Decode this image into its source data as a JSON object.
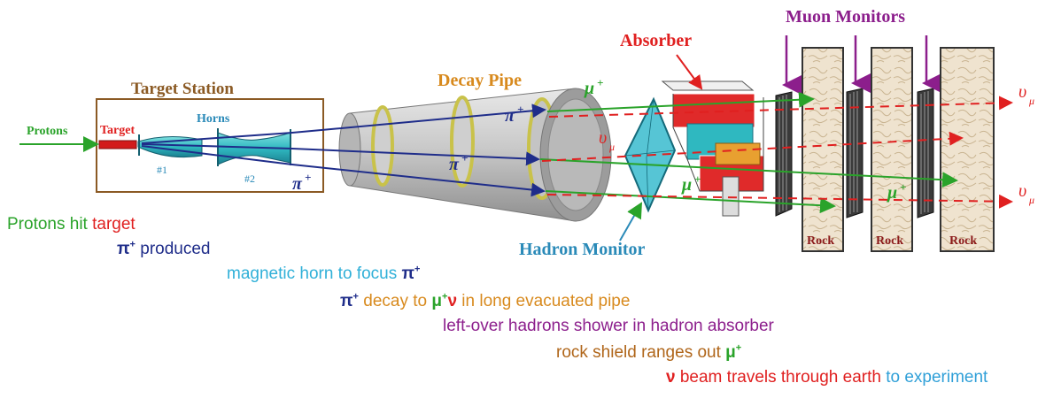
{
  "labels": {
    "target_station": "Target Station",
    "protons": "Protons",
    "target": "Target",
    "horns": "Horns",
    "horn1": "#1",
    "horn2": "#2",
    "decay_pipe": "Decay Pipe",
    "absorber": "Absorber",
    "muon_monitors": "Muon Monitors",
    "hadron_monitor": "Hadron  Monitor",
    "rock": "Rock",
    "pi": "π",
    "mu": "μ",
    "nu": "υ",
    "nu_sub": "μ",
    "plus": "+"
  },
  "steps": {
    "s1": {
      "a": "Protons hit ",
      "b": "target"
    },
    "s2": {
      "a": "π",
      "a_sup": "+",
      "b": " produced"
    },
    "s3": {
      "a": "magnetic horn to focus ",
      "b": "π",
      "b_sup": "+"
    },
    "s4": {
      "a": "π",
      "a_sup": "+",
      "b": " decay to ",
      "c": "μ",
      "c_sup": "+",
      "d": "ν",
      "e": " in long evacuated pipe"
    },
    "s5": {
      "a": "left-over hadrons shower in hadron absorber"
    },
    "s6": {
      "a": "rock shield ranges out ",
      "b": "μ",
      "b_sup": "+"
    },
    "s7": {
      "a": "ν",
      "b": " beam travels through earth",
      "c": " to experiment"
    }
  },
  "colors": {
    "green": "#2aa32a",
    "red": "#e02020",
    "navy": "#1f2d8a",
    "cyan": "#30b0d8",
    "orange": "#d88a1e",
    "purple": "#8c1e8c",
    "brown": "#8b5a24",
    "steel": "#2a8ab8"
  }
}
